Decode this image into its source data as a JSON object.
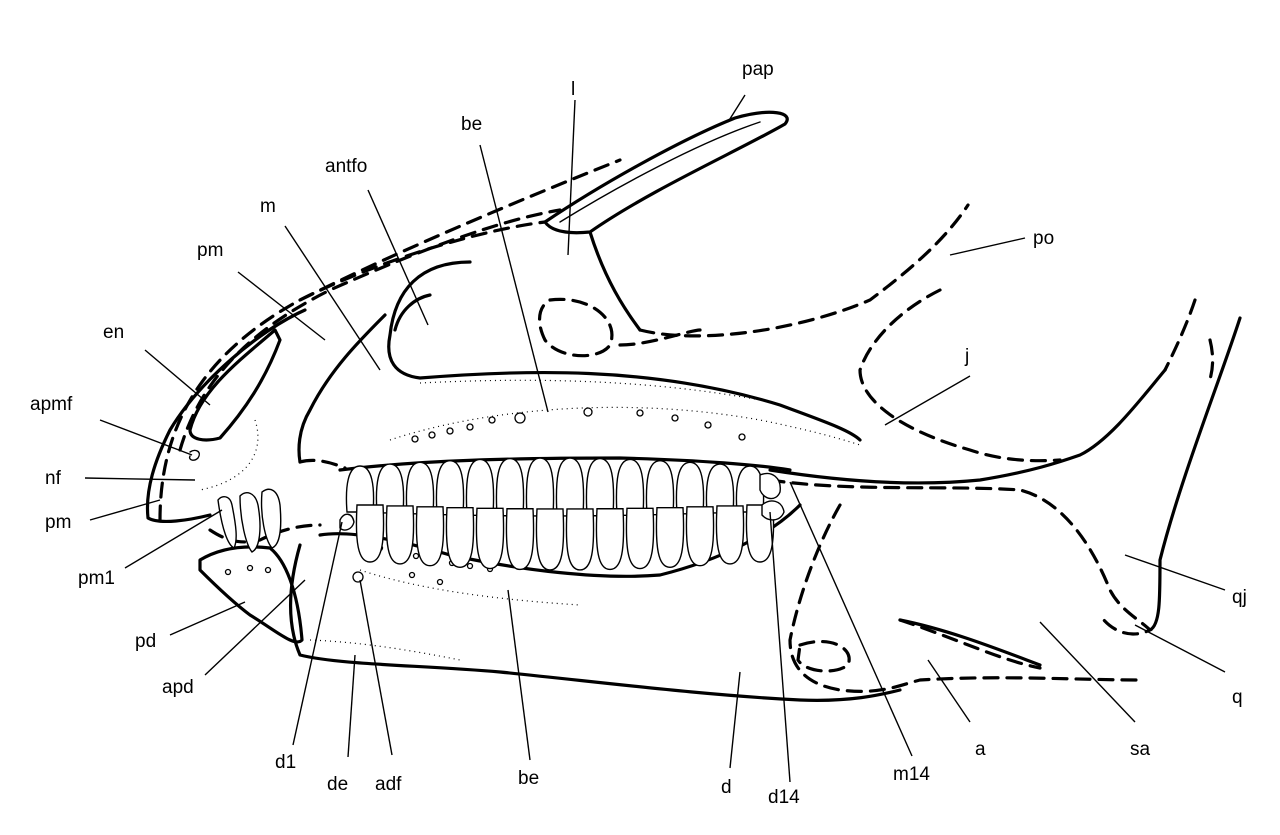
{
  "labels": {
    "pap": "pap",
    "l": "l",
    "be_top": "be",
    "antfo": "antfo",
    "m": "m",
    "po": "po",
    "pm_top": "pm",
    "en": "en",
    "j": "j",
    "apmf": "apmf",
    "nf": "nf",
    "pm_bottom": "pm",
    "pm1": "pm1",
    "qj": "qj",
    "pd": "pd",
    "q": "q",
    "apd": "apd",
    "a": "a",
    "sa": "sa",
    "d1": "d1",
    "de": "de",
    "adf": "adf",
    "be_bottom": "be",
    "d": "d",
    "d14": "d14",
    "m14": "m14"
  }
}
